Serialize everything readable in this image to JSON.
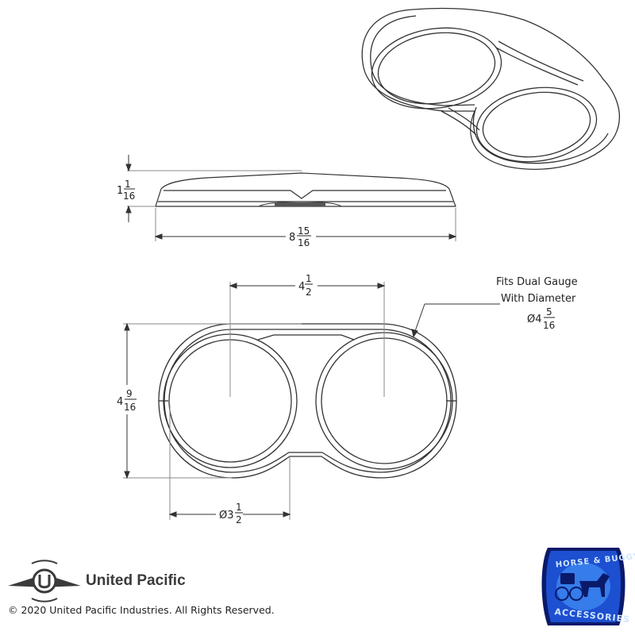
{
  "height_dim": {
    "whole": "1",
    "num": "1",
    "den": "16"
  },
  "width_dim": {
    "whole": "8",
    "num": "15",
    "den": "16"
  },
  "spacing_dim": {
    "whole": "4",
    "num": "1",
    "den": "2"
  },
  "overall_height_dim": {
    "whole": "4",
    "num": "9",
    "den": "16"
  },
  "inner_diameter_dim": {
    "prefix": "Ø3",
    "num": "1",
    "den": "2"
  },
  "gauge_note": {
    "line1": "Fits Dual Gauge",
    "line2": "With Diameter",
    "prefix": "Ø4",
    "num": "5",
    "den": "16"
  },
  "brand": {
    "name": "United Pacific"
  },
  "copyright": "© 2020 United Pacific Industries. All Rights Reserved.",
  "dealer_logo": {
    "top_text": "HORSE & BUGGY",
    "bottom_text": "ACCESSORIES",
    "colors": {
      "dark": "#0a1a6b",
      "mid": "#1d4fd1",
      "light": "#4aa3ff"
    }
  }
}
